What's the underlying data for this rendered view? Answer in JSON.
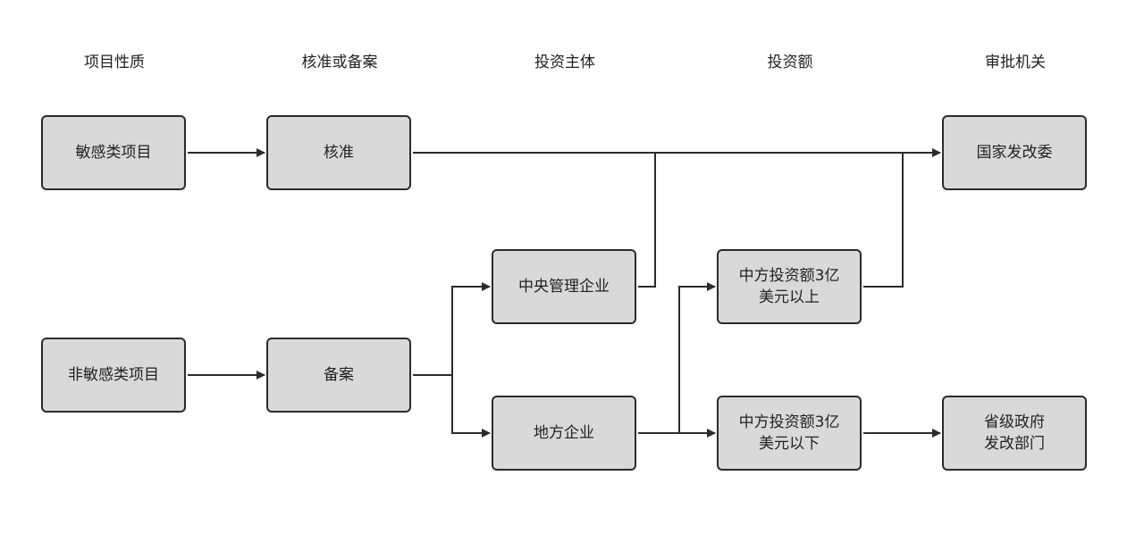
{
  "headers": {
    "nature": "项目性质",
    "approval_type": "核准或备案",
    "investor": "投资主体",
    "amount": "投资额",
    "authority": "审批机关"
  },
  "nodes": {
    "sensitive": "敏感类项目",
    "non_sensitive": "非敏感类项目",
    "approval": "核准",
    "filing": "备案",
    "central_enterprise": "中央管理企业",
    "local_enterprise": "地方企业",
    "over_300m": "中方投资额3亿\n美元以上",
    "under_300m": "中方投资额3亿\n美元以下",
    "ndrc": "国家发改委",
    "provincial": "省级政府\n发改部门"
  }
}
